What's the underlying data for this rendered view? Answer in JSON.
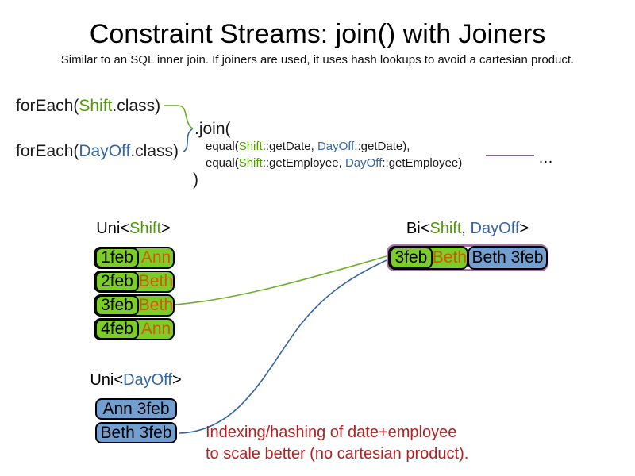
{
  "title": "Constraint Streams: join() with Joiners",
  "subtitle": "Similar to an SQL inner join. If joiners are used, it uses hash lookups to avoid a cartesian product.",
  "code": {
    "foreach_shift": {
      "prefix": "forEach(",
      "class_name": "Shift",
      "suffix": ".class)"
    },
    "foreach_dayoff": {
      "prefix": "forEach(",
      "class_name": "DayOff",
      "suffix": ".class)"
    },
    "join_open": ".join(",
    "joiner_date": {
      "prefix": "equal(",
      "left_class": "Shift",
      "left_rest": "::getDate, ",
      "right_class": "DayOff",
      "right_rest": "::getDate),"
    },
    "joiner_employee": {
      "prefix": "equal(",
      "left_class": "Shift",
      "left_rest": "::getEmployee, ",
      "right_class": "DayOff",
      "right_rest": "::getEmployee)"
    },
    "join_close": ")",
    "ellipsis": "…"
  },
  "uni_shift": {
    "label": {
      "prefix": "Uni<",
      "type": "Shift",
      "suffix": ">"
    },
    "rows": [
      {
        "date": "1feb",
        "employee": "Ann"
      },
      {
        "date": "2feb",
        "employee": "Beth"
      },
      {
        "date": "3feb",
        "employee": "Beth"
      },
      {
        "date": "4feb",
        "employee": "Ann"
      }
    ]
  },
  "bi": {
    "label": {
      "prefix": "Bi<",
      "type1": "Shift",
      "separator": ", ",
      "type2": "DayOff",
      "suffix": ">"
    },
    "row": {
      "shift_date": "3feb",
      "shift_employee": "Beth",
      "dayoff": "Beth 3feb"
    }
  },
  "uni_dayoff": {
    "label": {
      "prefix": "Uni<",
      "type": "DayOff",
      "suffix": ">"
    },
    "rows": [
      "Ann 3feb",
      "Beth 3feb"
    ]
  },
  "note": {
    "line1": "Indexing/hashing of date+employee",
    "line2": "to scale better (no cartesian product)."
  },
  "colors": {
    "shift_fill": "#7ccd2a",
    "dayoff_fill": "#729fcf",
    "shift_text": "#4e9a06",
    "dayoff_text": "#3465a4",
    "employee_text": "#ce5c00",
    "note_text": "#b22222",
    "joiner_line": "#75507b",
    "black": "#000000"
  }
}
